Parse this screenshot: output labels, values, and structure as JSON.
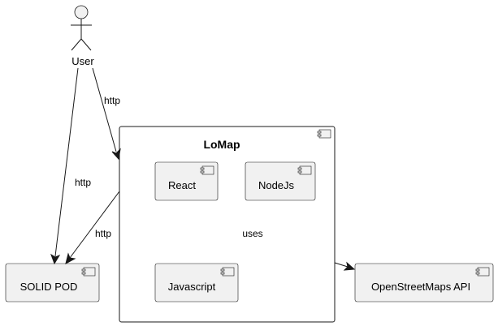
{
  "actor": {
    "label": "User"
  },
  "container": {
    "title": "LoMap"
  },
  "components": {
    "react": "React",
    "nodejs": "NodeJs",
    "javascript": "Javascript",
    "solid_pod": "SOLID POD",
    "osm_api": "OpenStreetMaps API"
  },
  "edges": {
    "user_to_lomap": "http",
    "user_to_pod": "http",
    "lomap_to_pod": "http",
    "inner_uses": "uses"
  },
  "colors": {
    "component_fill": "#f1f1f1",
    "stroke": "#181818",
    "background": "#ffffff"
  }
}
